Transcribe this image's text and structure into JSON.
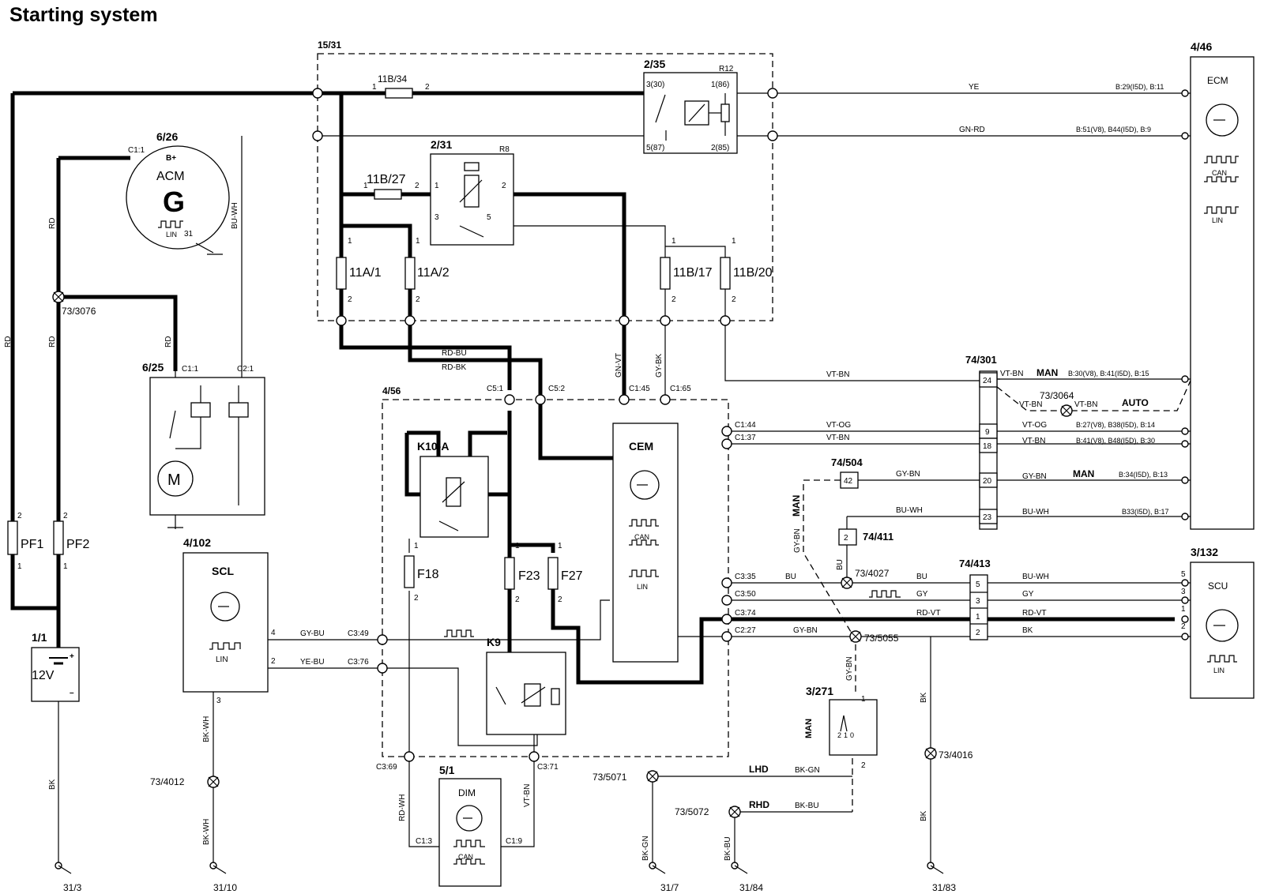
{
  "title": "Starting system",
  "components": {
    "box_15_31": "15/31",
    "relay_2_35": "2/35",
    "relay_r12": "R12",
    "relay_2_31": "2/31",
    "relay_r8": "R8",
    "ecm_id": "4/46",
    "ecm": "ECM",
    "acm_id": "6/26",
    "acm": "ACM",
    "acm_gen": "G",
    "starter_id": "6/25",
    "starter_m": "M",
    "scl_id": "4/102",
    "scl": "SCL",
    "cem_box": "4/56",
    "cem": "CEM",
    "k10a": "K10-A",
    "k9": "K9",
    "battery_id": "1/1",
    "battery": "12V",
    "dim_id": "5/1",
    "dim": "DIM",
    "scu_id": "3/132",
    "scu": "SCU",
    "switch_id": "3/271",
    "conn_74_301": "74/301",
    "conn_74_504": "74/504",
    "conn_74_411": "74/411",
    "conn_74_413": "74/413"
  },
  "fuses": {
    "f_11b34": "11B/34",
    "f_11b27": "11B/27",
    "f_11a1": "11A/1",
    "f_11a2": "11A/2",
    "f_11b17": "11B/17",
    "f_11b20": "11B/20",
    "pf1": "PF1",
    "pf2": "PF2",
    "f18": "F18",
    "f23": "F23",
    "f27": "F27"
  },
  "labels": {
    "can": "CAN",
    "lin": "LIN",
    "man": "MAN",
    "auto": "AUTO",
    "lhd": "LHD",
    "rhd": "RHD",
    "bplus": "B+",
    "acm_31": "31",
    "acm_c11": "C1:1"
  },
  "wires": {
    "ye": "YE",
    "gn_rd": "GN-RD",
    "rd": "RD",
    "bu_wh": "BU-WH",
    "rd_bu": "RD-BU",
    "rd_bk": "RD-BK",
    "gn_vt": "GN-VT",
    "gy_bk": "GY-BK",
    "vt_bn": "VT-BN",
    "vt_og": "VT-OG",
    "gy_bn": "GY-BN",
    "bu": "BU",
    "gy": "GY",
    "rd_vt": "RD-VT",
    "bk": "BK",
    "gy_bu": "GY-BU",
    "ye_bu": "YE-BU",
    "bk_wh": "BK-WH",
    "rd_wh": "RD-WH",
    "bk_gn": "BK-GN",
    "bk_bu": "BK-BU"
  },
  "ecm_pins": {
    "p1": "B:29(I5D), B:11",
    "p2": "B:51(V8), B44(I5D), B:9",
    "p3": "B:30(V8), B:41(I5D), B:15",
    "p4": "B:27(V8), B38(I5D), B:14",
    "p5": "B:41(V8), B48(I5D), B:30",
    "p6": "B:34(I5D), B:13",
    "p7": "B33(I5D), B:17"
  },
  "connectors": {
    "c301_24": "24",
    "c301_9": "9",
    "c301_18": "18",
    "c301_20": "20",
    "c301_23": "23",
    "c504_42": "42",
    "c411_2": "2",
    "c413_5": "5",
    "c413_3": "3",
    "c413_1": "1",
    "c413_2": "2",
    "scu_5": "5",
    "scu_3": "3",
    "scu_1": "1",
    "scu_2": "2",
    "r35_3_30": "3(30)",
    "r35_1_86": "1(86)",
    "r35_5_87": "5(87)",
    "r35_2_85": "2(85)",
    "c5_1": "C5:1",
    "c5_2": "C5:2",
    "c1_45": "C1:45",
    "c1_65": "C1:65",
    "c1_44": "C1:44",
    "c1_37": "C1:37",
    "c3_35": "C3:35",
    "c3_50": "C3:50",
    "c3_74": "C3:74",
    "c2_27": "C2:27",
    "c3_49": "C3:49",
    "c3_76": "C3:76",
    "c3_69": "C3:69",
    "c3_71": "C3:71",
    "c1_3": "C1:3",
    "c1_9": "C1:9",
    "st_c11": "C1:1",
    "st_c21": "C2:1",
    "scl_4": "4",
    "scl_2": "2",
    "scl_3": "3"
  },
  "pins": {
    "one": "1",
    "two": "2",
    "three": "3",
    "five": "5",
    "zero": "0"
  },
  "splices": {
    "s3076": "73/3076",
    "s3064": "73/3064",
    "s4027": "73/4027",
    "s5055": "73/5055",
    "s4012": "73/4012",
    "s4016": "73/4016",
    "s5071": "73/5071",
    "s5072": "73/5072"
  },
  "grounds": {
    "g31_3": "31/3",
    "g31_10": "31/10",
    "g31_7": "31/7",
    "g31_84": "31/84",
    "g31_83": "31/83"
  }
}
